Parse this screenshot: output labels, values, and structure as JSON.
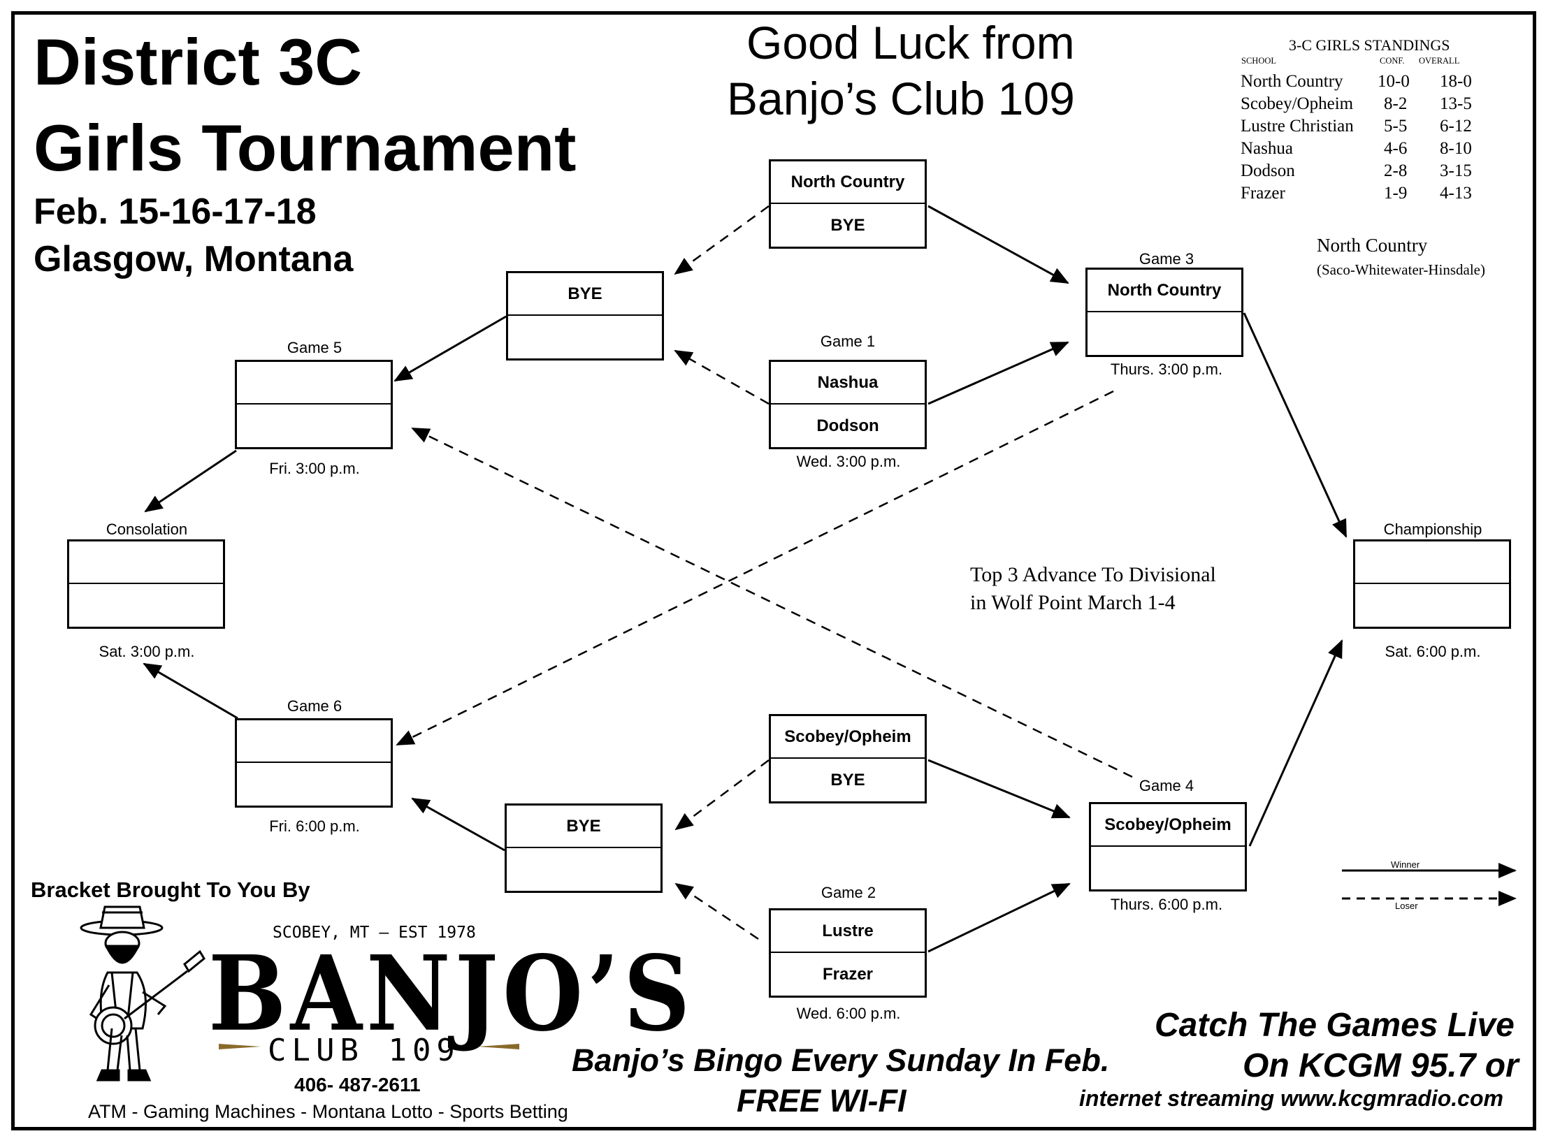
{
  "header": {
    "title_line1": "District 3C",
    "title_line2": "Girls Tournament",
    "dates": "Feb. 15-16-17-18",
    "location": "Glasgow, Montana"
  },
  "sponsor_header": {
    "line1": "Good Luck from",
    "line2": "Banjo’s Club 109"
  },
  "standings": {
    "title": "3-C GIRLS STANDINGS",
    "columns": [
      "SCHOOL",
      "CONF.",
      "OVERALL"
    ],
    "rows": [
      [
        "North Country",
        "10-0",
        "18-0"
      ],
      [
        "Scobey/Opheim",
        "8-2",
        "13-5"
      ],
      [
        "Lustre Christian",
        "5-5",
        "6-12"
      ],
      [
        "Nashua",
        "4-6",
        "8-10"
      ],
      [
        "Dodson",
        "2-8",
        "3-15"
      ],
      [
        "Frazer",
        "1-9",
        "4-13"
      ]
    ]
  },
  "north_country_note": {
    "name": "North Country",
    "schools": "(Saco-Whitewater-Hinsdale)"
  },
  "bracket": {
    "nc_bye": {
      "top": "North Country",
      "bottom": "BYE"
    },
    "bye_top": {
      "top": "BYE",
      "bottom": ""
    },
    "game1": {
      "label": "Game 1",
      "top": "Nashua",
      "bottom": "Dodson",
      "time": "Wed. 3:00 p.m."
    },
    "game3": {
      "label": "Game 3",
      "top": "North Country",
      "bottom": "",
      "time": "Thurs. 3:00 p.m."
    },
    "game5": {
      "label": "Game 5",
      "top": "",
      "bottom": "",
      "time": "Fri. 3:00 p.m."
    },
    "consolation": {
      "label": "Consolation",
      "top": "",
      "bottom": "",
      "time": "Sat. 3:00 p.m."
    },
    "championship": {
      "label": "Championship",
      "top": "",
      "bottom": "",
      "time": "Sat. 6:00 p.m."
    },
    "game6": {
      "label": "Game 6",
      "top": "",
      "bottom": "",
      "time": "Fri. 6:00 p.m."
    },
    "so_bye": {
      "top": "Scobey/Opheim",
      "bottom": "BYE"
    },
    "bye_bottom": {
      "top": "BYE",
      "bottom": ""
    },
    "game4": {
      "label": "Game 4",
      "top": "Scobey/Opheim",
      "bottom": "",
      "time": "Thurs. 6:00 p.m."
    },
    "game2": {
      "label": "Game 2",
      "top": "Lustre",
      "bottom": "Frazer",
      "time": "Wed. 6:00  p.m."
    }
  },
  "advance_note": {
    "line1": "Top 3 Advance To Divisional",
    "line2": "in Wolf Point March 1-4"
  },
  "legend": {
    "winner": "Winner",
    "loser": "Loser"
  },
  "footer": {
    "brought_by": "Bracket Brought To You By",
    "logo_top": "SCOBEY, MT – EST 1978",
    "logo_name": "BANJO’S",
    "logo_sub": "CLUB 109",
    "phone": "406- 487-2611",
    "services": "ATM - Gaming Machines - Montana Lotto -  Sports Betting",
    "bingo": "Banjo’s Bingo Every Sunday In Feb.",
    "wifi": "FREE WI-FI",
    "radio1": "Catch The Games Live",
    "radio2": "On KCGM 95.7 or",
    "radio3": "internet streaming  www.kcgmradio.com"
  },
  "colors": {
    "ink": "#000000",
    "logo_accent": "#8a6a2a"
  },
  "icons": [
    "banjo-player-icon"
  ]
}
